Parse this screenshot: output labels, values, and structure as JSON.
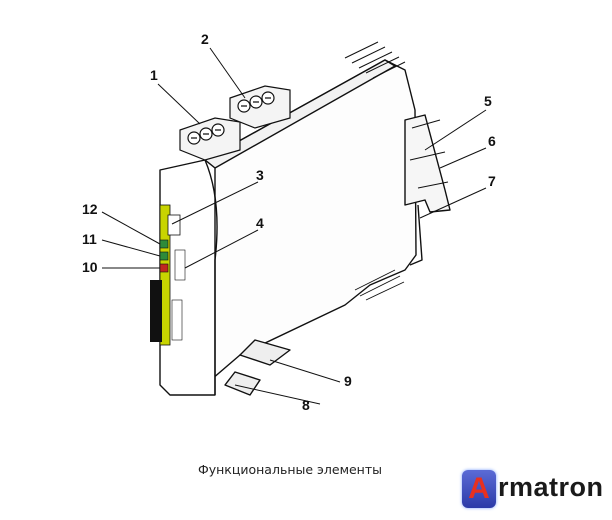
{
  "figure": {
    "caption": "Функциональные элементы",
    "callouts": [
      "1",
      "2",
      "3",
      "4",
      "5",
      "6",
      "7",
      "8",
      "9",
      "10",
      "11",
      "12"
    ],
    "logo": {
      "letter": "A",
      "rest": "rmatron",
      "box_color": "#3a4bc0",
      "letter_color": "#e8301e"
    },
    "colors": {
      "led_stripe": "#c8d400",
      "outline": "#111111",
      "led_green": "#2e8b3a",
      "led_red": "#c0281e"
    }
  }
}
